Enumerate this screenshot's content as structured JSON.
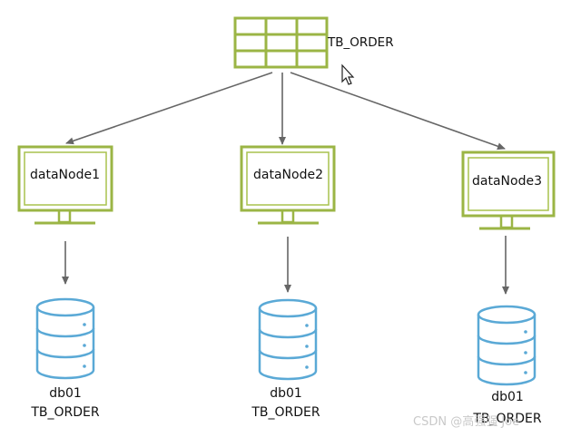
{
  "table": {
    "name": "TB_ORDER"
  },
  "data_nodes": [
    {
      "label": "dataNode1",
      "database": "db01",
      "table": "TB_ORDER"
    },
    {
      "label": "dataNode2",
      "database": "db01",
      "table": "TB_ORDER"
    },
    {
      "label": "dataNode3",
      "database": "db01",
      "table": "TB_ORDER"
    }
  ],
  "watermark": "CSDN @高强强 Joe",
  "colors": {
    "node_outline": "#9bb545",
    "node_inner": "#a8c24e",
    "database": "#5aa9d6",
    "arrow": "#666666",
    "text": "#111111"
  }
}
